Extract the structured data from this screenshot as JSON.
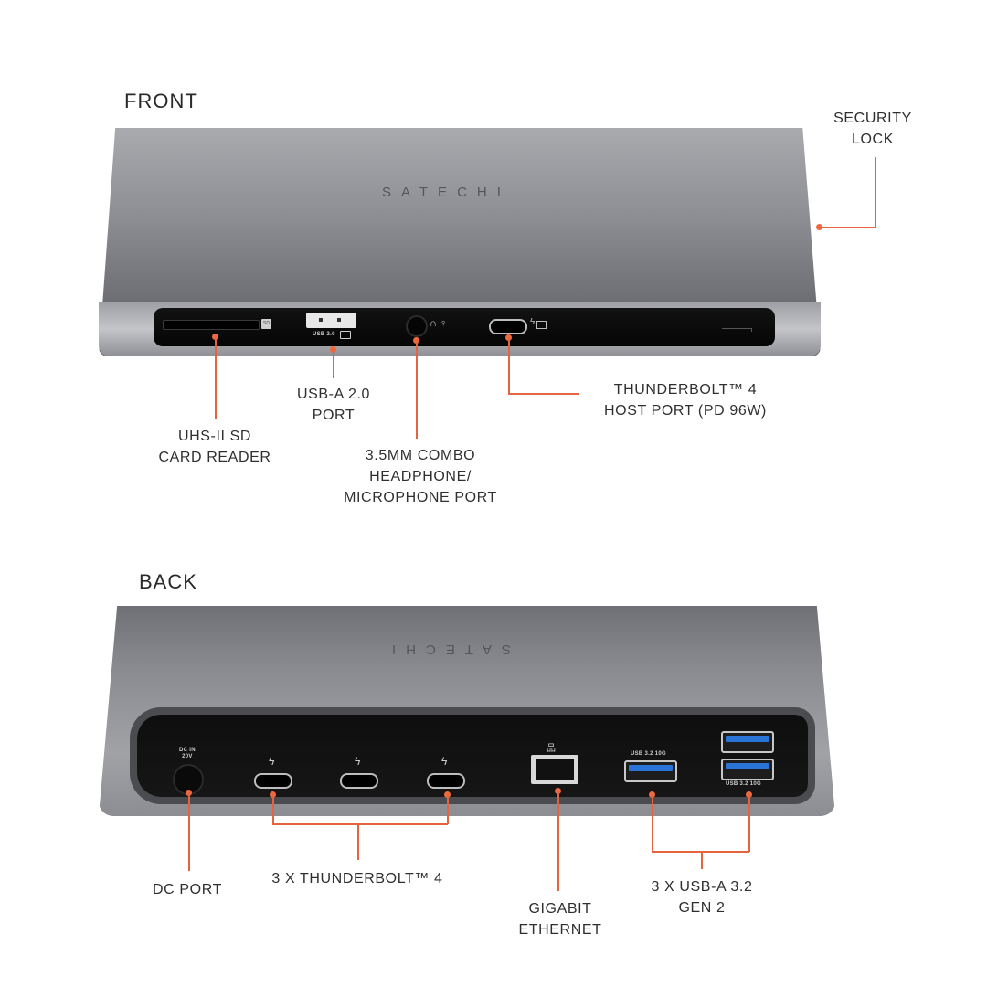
{
  "sections": {
    "front": {
      "title": "FRONT",
      "brand": "SATECHI",
      "port_markings": {
        "usb2": "USB 2.0",
        "sd_icon": "SD"
      },
      "callouts": [
        {
          "id": "sd",
          "lines": [
            "UHS-II SD",
            "CARD READER"
          ]
        },
        {
          "id": "usb2",
          "lines": [
            "USB-A 2.0",
            "PORT"
          ]
        },
        {
          "id": "audio",
          "lines": [
            "3.5MM COMBO",
            "HEADPHONE/",
            "MICROPHONE PORT"
          ]
        },
        {
          "id": "tb_host",
          "lines": [
            "THUNDERBOLT™ 4",
            "HOST PORT (PD 96W)"
          ]
        },
        {
          "id": "lock",
          "lines": [
            "SECURITY",
            "LOCK"
          ]
        }
      ]
    },
    "back": {
      "title": "BACK",
      "brand_mirrored": "SATECHI",
      "port_markings": {
        "dc": [
          "DC IN",
          "20V"
        ],
        "usb32_top": "USB 3.2  10G",
        "usb32_bottom": "USB 3.2  10G"
      },
      "callouts": [
        {
          "id": "dc",
          "lines": [
            "DC PORT"
          ]
        },
        {
          "id": "tb4",
          "lines": [
            "3 X THUNDERBOLT™ 4"
          ]
        },
        {
          "id": "ethernet",
          "lines": [
            "GIGABIT",
            "ETHERNET"
          ]
        },
        {
          "id": "usb32",
          "lines": [
            "3 X USB-A 3.2",
            "GEN 2"
          ]
        }
      ]
    }
  },
  "colors": {
    "leader_line": "#e4643f",
    "usb3_blue": "#2a74d8",
    "label_text": "#2f2f2f"
  }
}
